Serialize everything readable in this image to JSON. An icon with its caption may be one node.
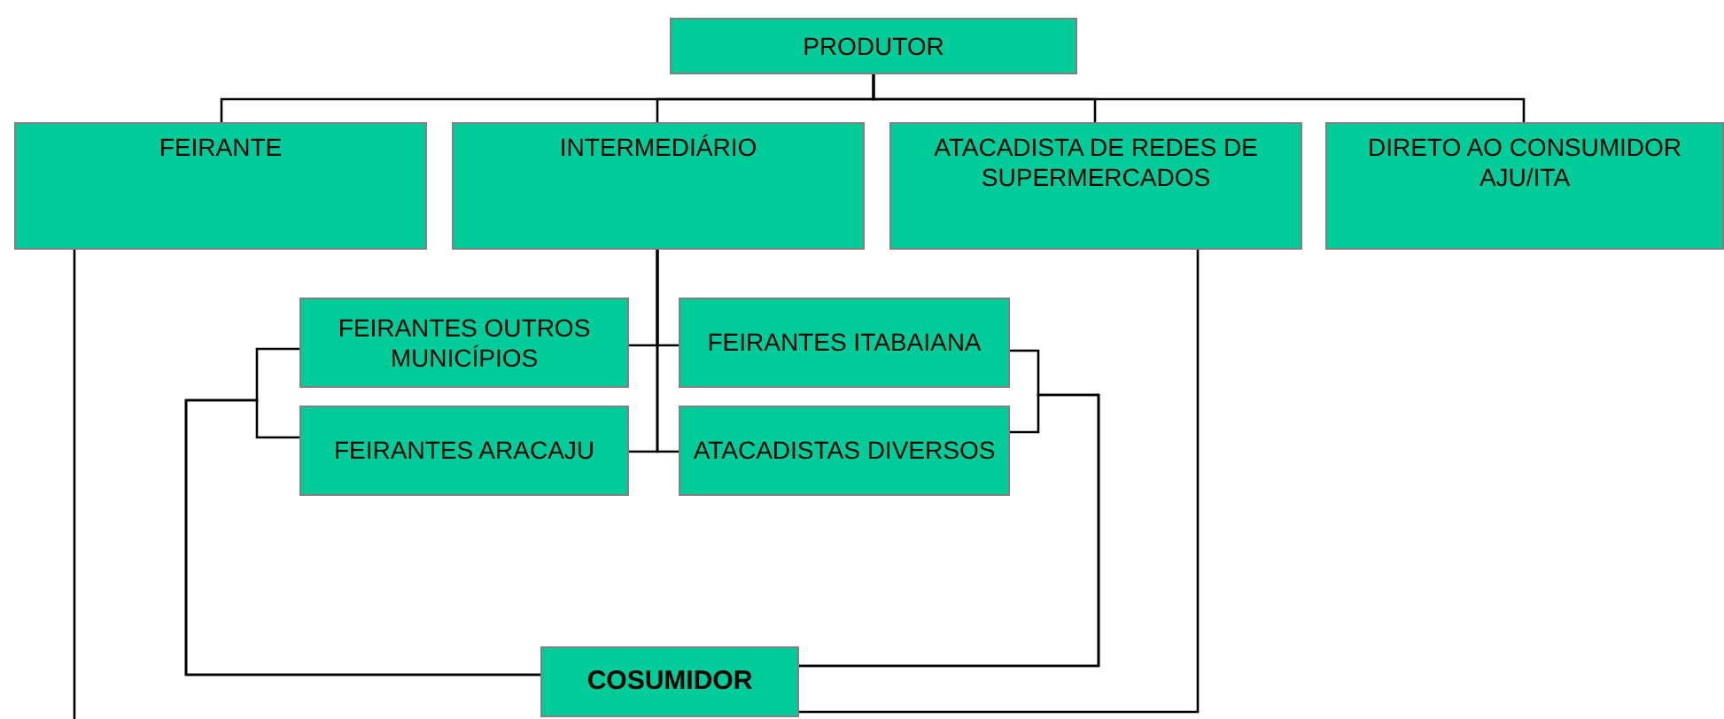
{
  "diagram": {
    "nodes": [
      {
        "text": [
          "PRODUTOR"
        ]
      },
      {
        "text": [
          "FEIRANTE"
        ]
      },
      {
        "text": [
          "INTERMEDIÁRIO"
        ]
      },
      {
        "text": [
          "ATACADISTA DE REDES DE SUPERMERCADOS"
        ]
      },
      {
        "text": [
          "DIRETO AO CONSUMIDOR AJU/ITA"
        ]
      },
      {
        "text": [
          "FEIRANTES OUTROS MUNICÍPIOS"
        ]
      },
      {
        "text": [
          "FEIRANTES ITABAIANA"
        ]
      },
      {
        "text": [
          "FEIRANTES ARACAJU"
        ]
      },
      {
        "text": [
          "ATACADISTAS DIVERSOS"
        ]
      },
      {
        "text": [
          "COSUMIDOR"
        ]
      }
    ],
    "edges": [
      {
        "from": 0,
        "to": 1,
        "arrow": "none"
      },
      {
        "from": 0,
        "to": 2,
        "arrow": "none"
      },
      {
        "from": 0,
        "to": 3,
        "arrow": "none"
      },
      {
        "from": 0,
        "to": 4,
        "arrow": "none"
      },
      {
        "from": 2,
        "to": 5,
        "arrow": "none"
      },
      {
        "from": 2,
        "to": 6,
        "arrow": "none"
      },
      {
        "from": 2,
        "to": 7,
        "arrow": "none"
      },
      {
        "from": 2,
        "to": 8,
        "arrow": "none"
      },
      {
        "from": 5,
        "to": 9,
        "arrow": "none"
      },
      {
        "from": 7,
        "to": 9,
        "arrow": "none"
      },
      {
        "from": 6,
        "to": 9,
        "arrow": "none"
      },
      {
        "from": 8,
        "to": 9,
        "arrow": "none"
      },
      {
        "from": 3,
        "to": 9,
        "arrow": "none"
      },
      {
        "from": 1,
        "to": null,
        "arrow": "none"
      }
    ]
  }
}
